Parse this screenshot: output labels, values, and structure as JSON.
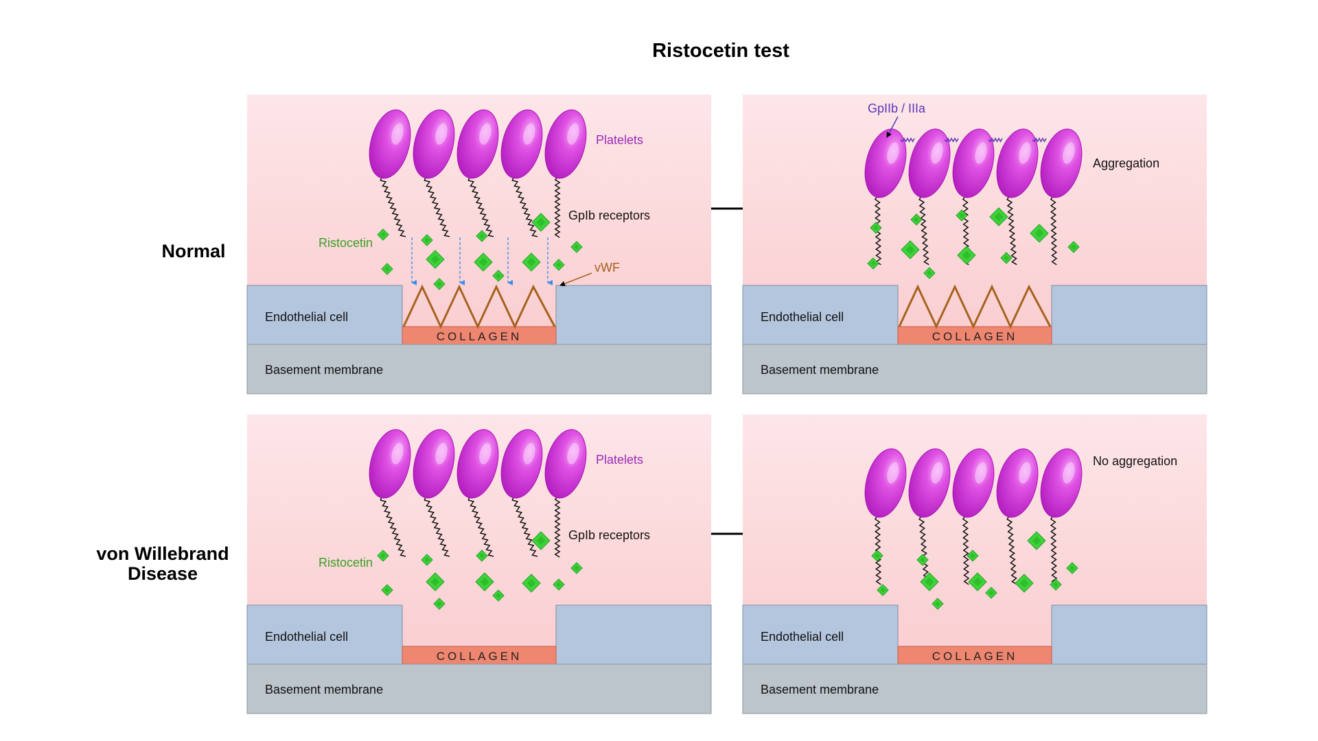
{
  "title": "Ristocetin test",
  "rows": {
    "normal": "Normal",
    "vwd_line1": "von Willebrand",
    "vwd_line2": "Disease"
  },
  "labels": {
    "platelets": "Platelets",
    "gpib_receptors": "GpIb receptors",
    "ristocetin": "Ristocetin",
    "vwf": "vWF",
    "endothelial_cell": "Endothelial cell",
    "collagen": "COLLAGEN",
    "basement_membrane": "Basement membrane",
    "gpiib_iiia": "GpIIb / IIIa",
    "aggregation": "Aggregation",
    "no_aggregation": "No aggregation"
  },
  "colors": {
    "title": "#3a9a1e",
    "platelet": "#cc2bd6",
    "platelet_label": "#9b2ab8",
    "ristocetin": "#3fd23a",
    "ristocetin_label": "#3aa024",
    "vwf": "#a5621d",
    "endothelial": "#b4c6dd",
    "basement": "#bcc4cc",
    "collagen": "#ef8670",
    "panel_top": "#fde6e8",
    "panel_bottom": "#f9c8cb",
    "gpiib": "#5b36b8"
  }
}
